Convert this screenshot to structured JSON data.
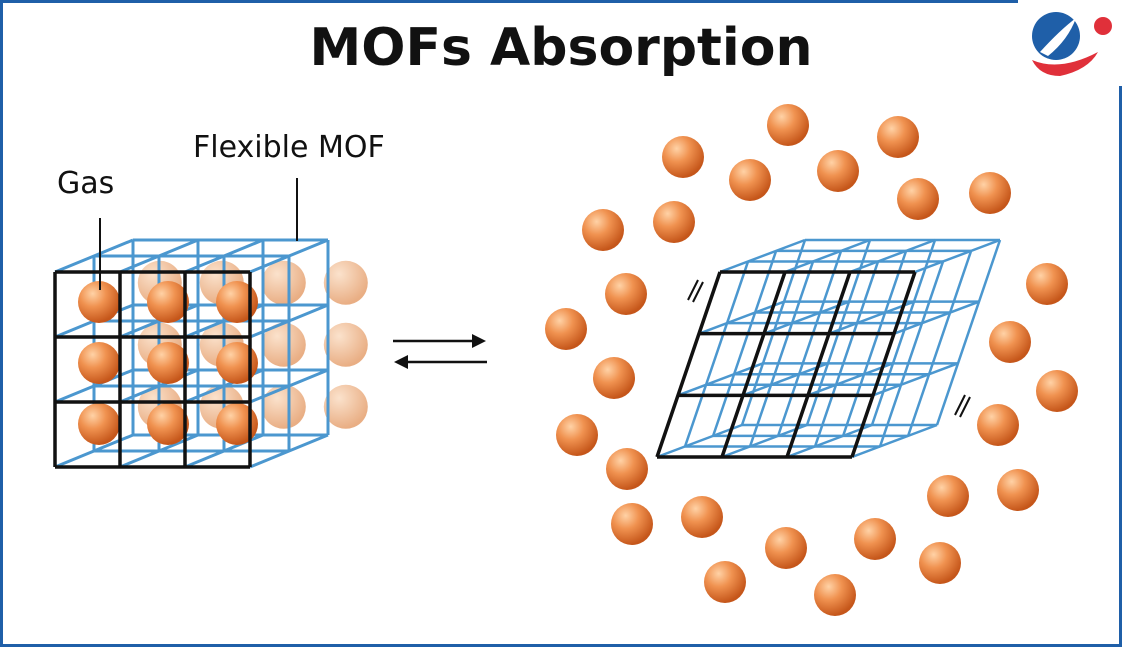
{
  "title": "MOFs Absorption",
  "labels": {
    "flexible_mof": "Flexible MOF",
    "gas": "Gas"
  },
  "colors": {
    "border": "#1f5fa8",
    "grid_blue": "#4b97cf",
    "grid_black": "#111111",
    "ball": "#e8813a",
    "logo_blue": "#1f5fa8",
    "logo_red": "#e0303a"
  },
  "icons": [
    "logo-icon",
    "equilibrium-arrows-icon"
  ]
}
